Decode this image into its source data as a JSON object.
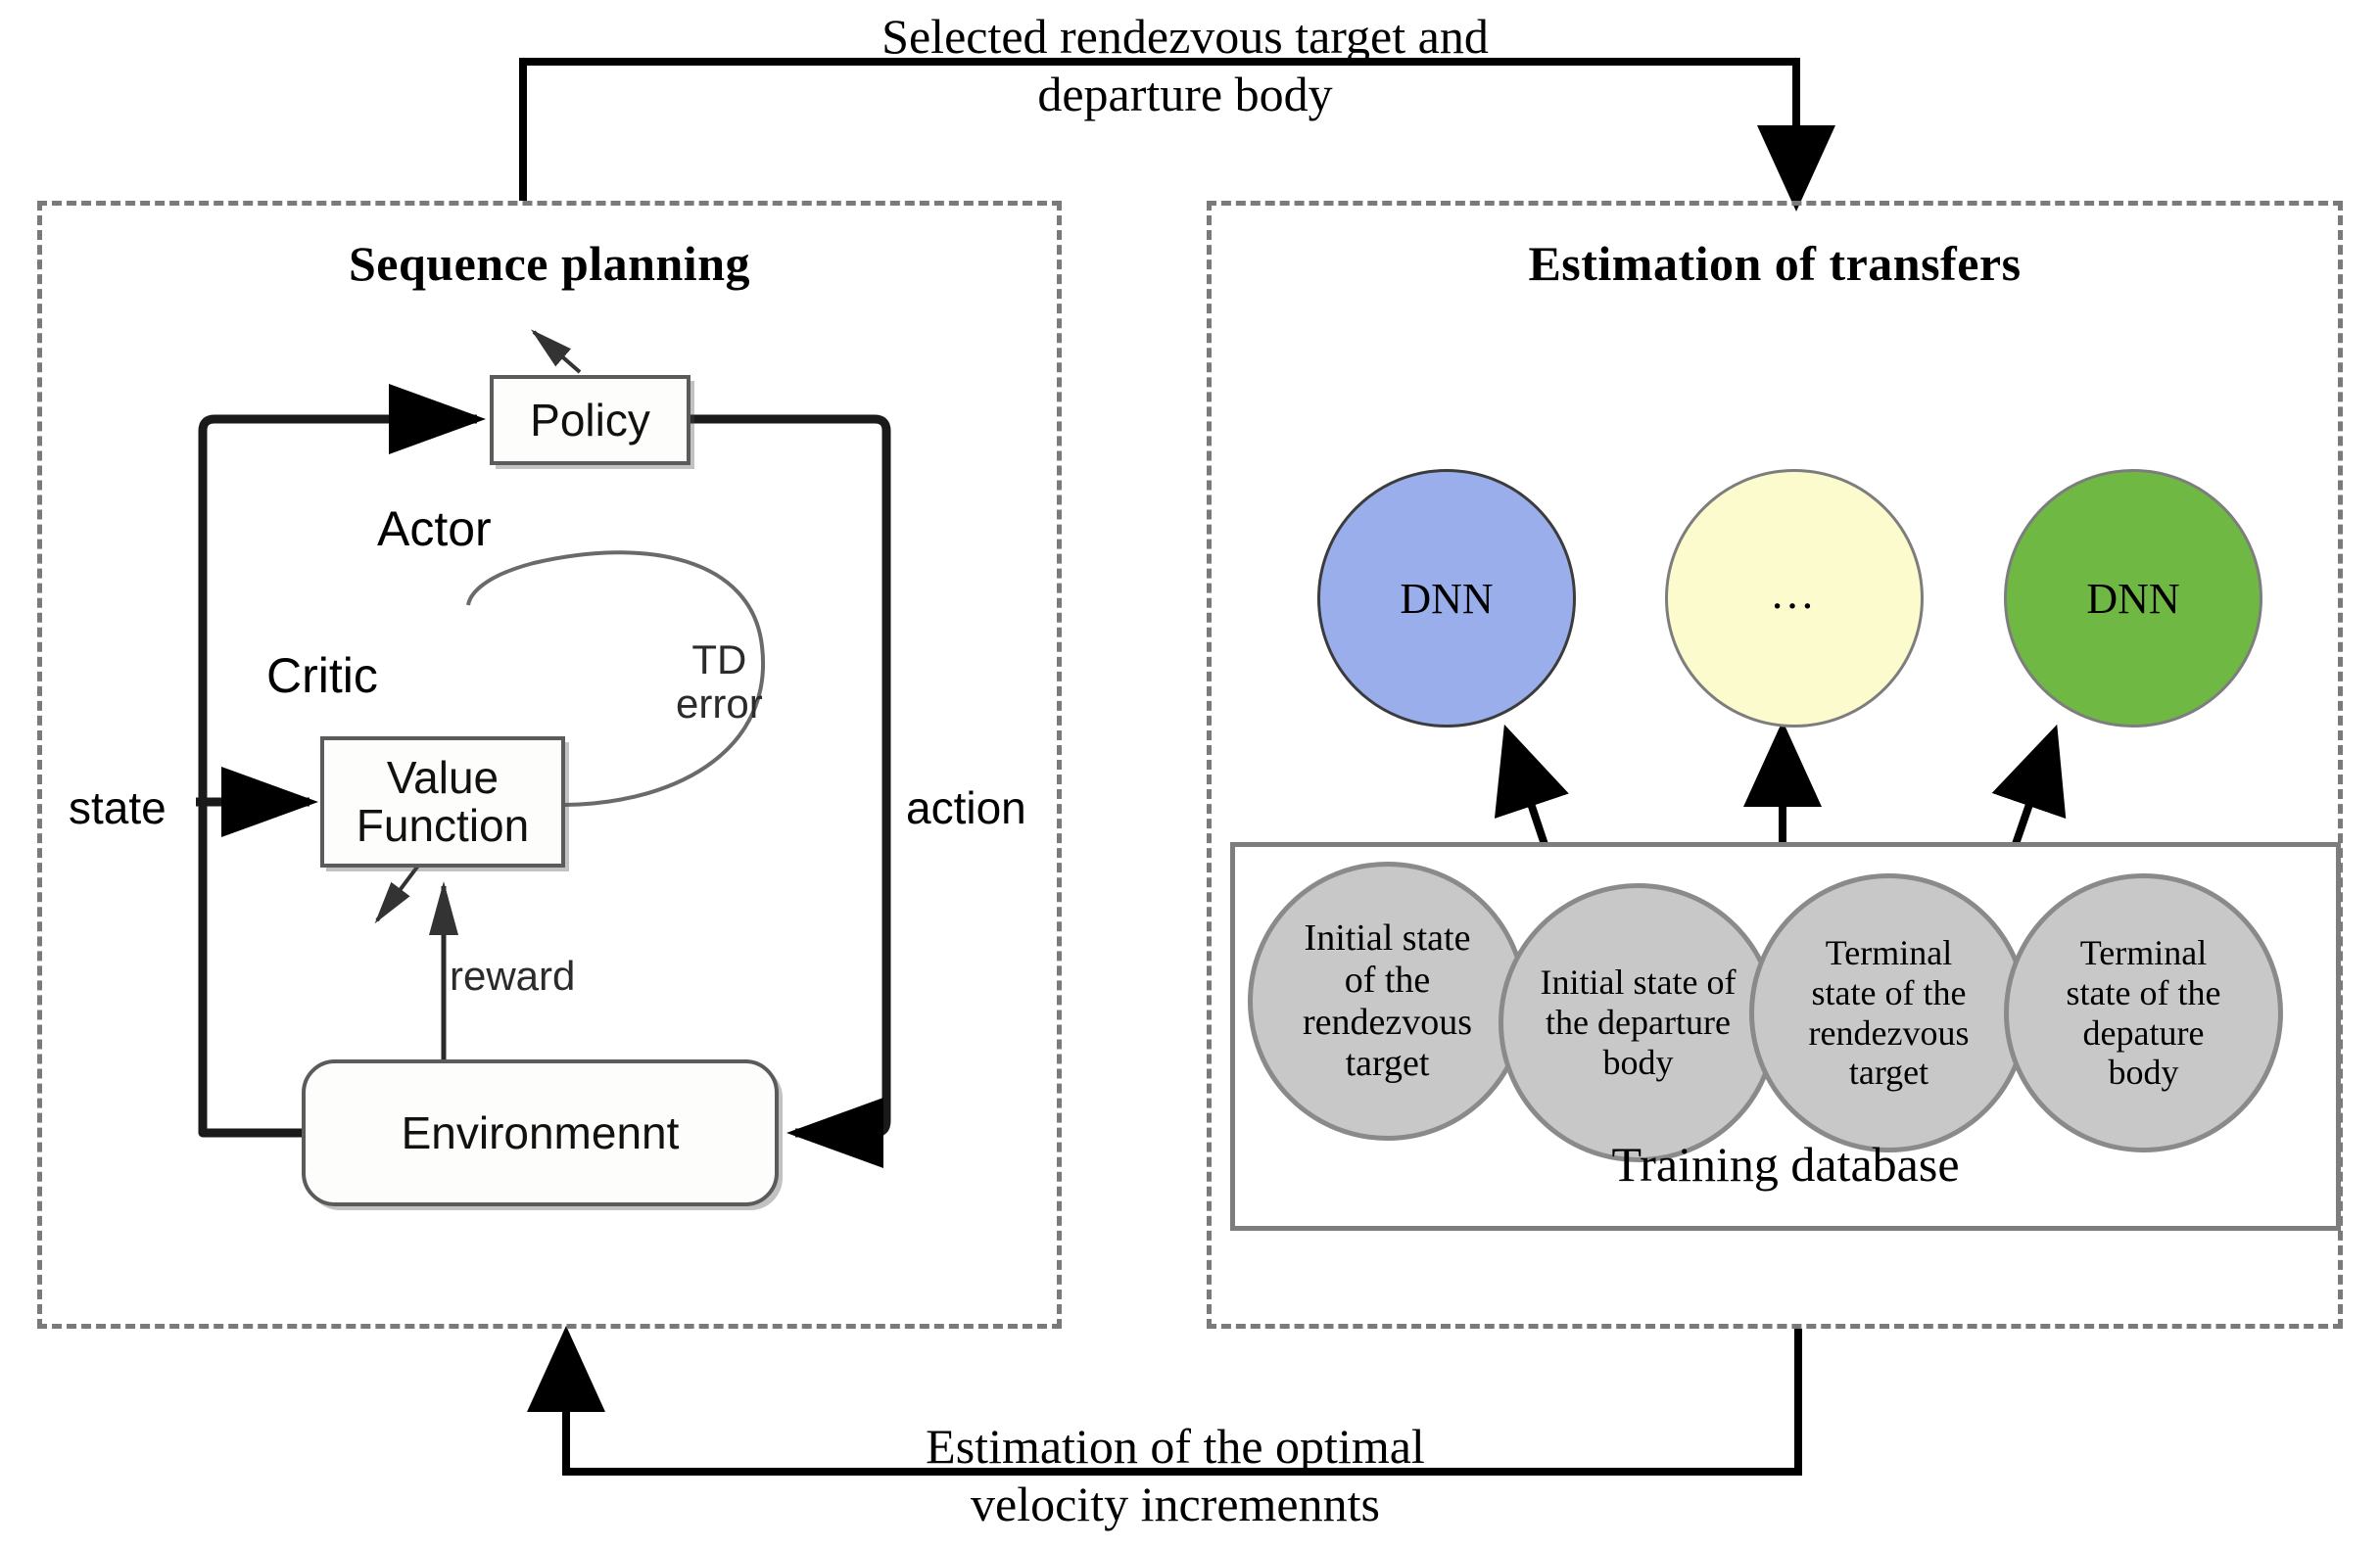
{
  "diagram": {
    "title_top_caption": "Selected rendezvous target and\ndeparture body",
    "title_bottom_caption": "Estimation of the optimal\nvelocity incremennts",
    "colors": {
      "panel_border": "#7a7a7a",
      "box_border": "#5b5b5b",
      "dnn_blue": "#99aeea",
      "dnn_yellow": "#fcfbcd",
      "dnn_green": "#6fb844",
      "db_circle_fill": "#c8c8c8",
      "db_circle_border": "#8a8a8a",
      "arrow": "#000000"
    }
  },
  "left_panel": {
    "title": "Sequence planning",
    "boxes": {
      "policy": "Policy",
      "value_function": "Value\nFunction",
      "environment": "Environmennt"
    },
    "labels": {
      "actor": "Actor",
      "critic": "Critic",
      "td_error": "TD\nerror",
      "reward": "reward",
      "state": "state",
      "action": "action"
    }
  },
  "right_panel": {
    "title": "Estimation of transfers",
    "networks": [
      {
        "label": "DNN",
        "color": "#99aeea"
      },
      {
        "label": "…",
        "color": "#fcfbcd"
      },
      {
        "label": "DNN",
        "color": "#6fb844"
      }
    ],
    "database": {
      "title": "Training database",
      "items": [
        "Initial state\nof the\nrendezvous\ntarget",
        "Initial state of\nthe departure\nbody",
        "Terminal\nstate of the\nrendezvous\ntarget",
        "Terminal\nstate of the\ndepature\nbody"
      ]
    }
  }
}
